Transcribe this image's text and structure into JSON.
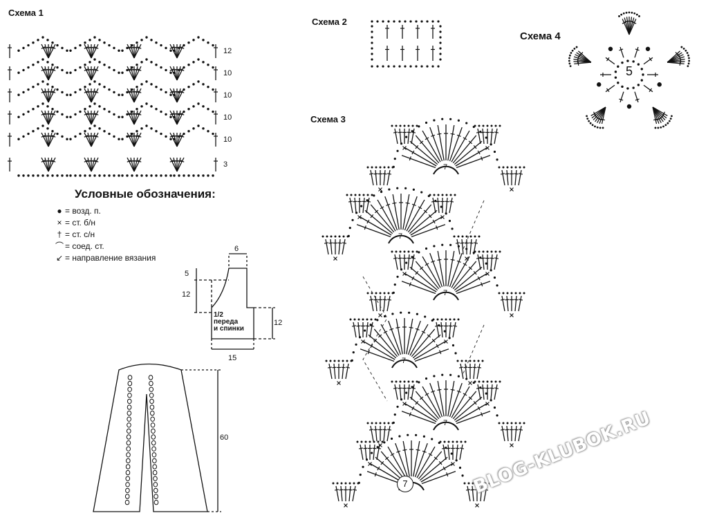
{
  "colors": {
    "ink": "#111111",
    "guide": "#333333",
    "watermark_shadow": "#9a9a9a"
  },
  "schema1": {
    "label": "Схема 1",
    "row_numbers": [
      "12",
      "10",
      "10",
      "10",
      "10",
      "3"
    ]
  },
  "schema2": {
    "label": "Схема 2"
  },
  "schema3": {
    "label": "Схема 3",
    "circle_number": "7",
    "arc_numbers": [
      "7",
      "7",
      "7",
      "7",
      "7"
    ]
  },
  "schema4": {
    "label": "Схема 4",
    "circle_number": "5"
  },
  "legend": {
    "title": "Условные обозначения:",
    "items": [
      {
        "icon": "chain-dot-icon",
        "text": "= возд. п."
      },
      {
        "icon": "cross-icon",
        "text": "= ст. б/н"
      },
      {
        "icon": "dc-stitch-icon",
        "text": "= ст. с/н"
      },
      {
        "icon": "slip-arc-icon",
        "text": "= соед. ст."
      },
      {
        "icon": "direction-arrow-icon",
        "text": "= направление вязания"
      }
    ]
  },
  "pattern_piece": {
    "top_width": "6",
    "left_top": "5",
    "left_mid": "12",
    "right_side": "12",
    "bottom_width": "15",
    "caption_line1": "1/2",
    "caption_line2": "переда",
    "caption_line3": "и спинки"
  },
  "skirt": {
    "length": "60"
  },
  "watermark": "BLOG-KLUBOK.RU"
}
